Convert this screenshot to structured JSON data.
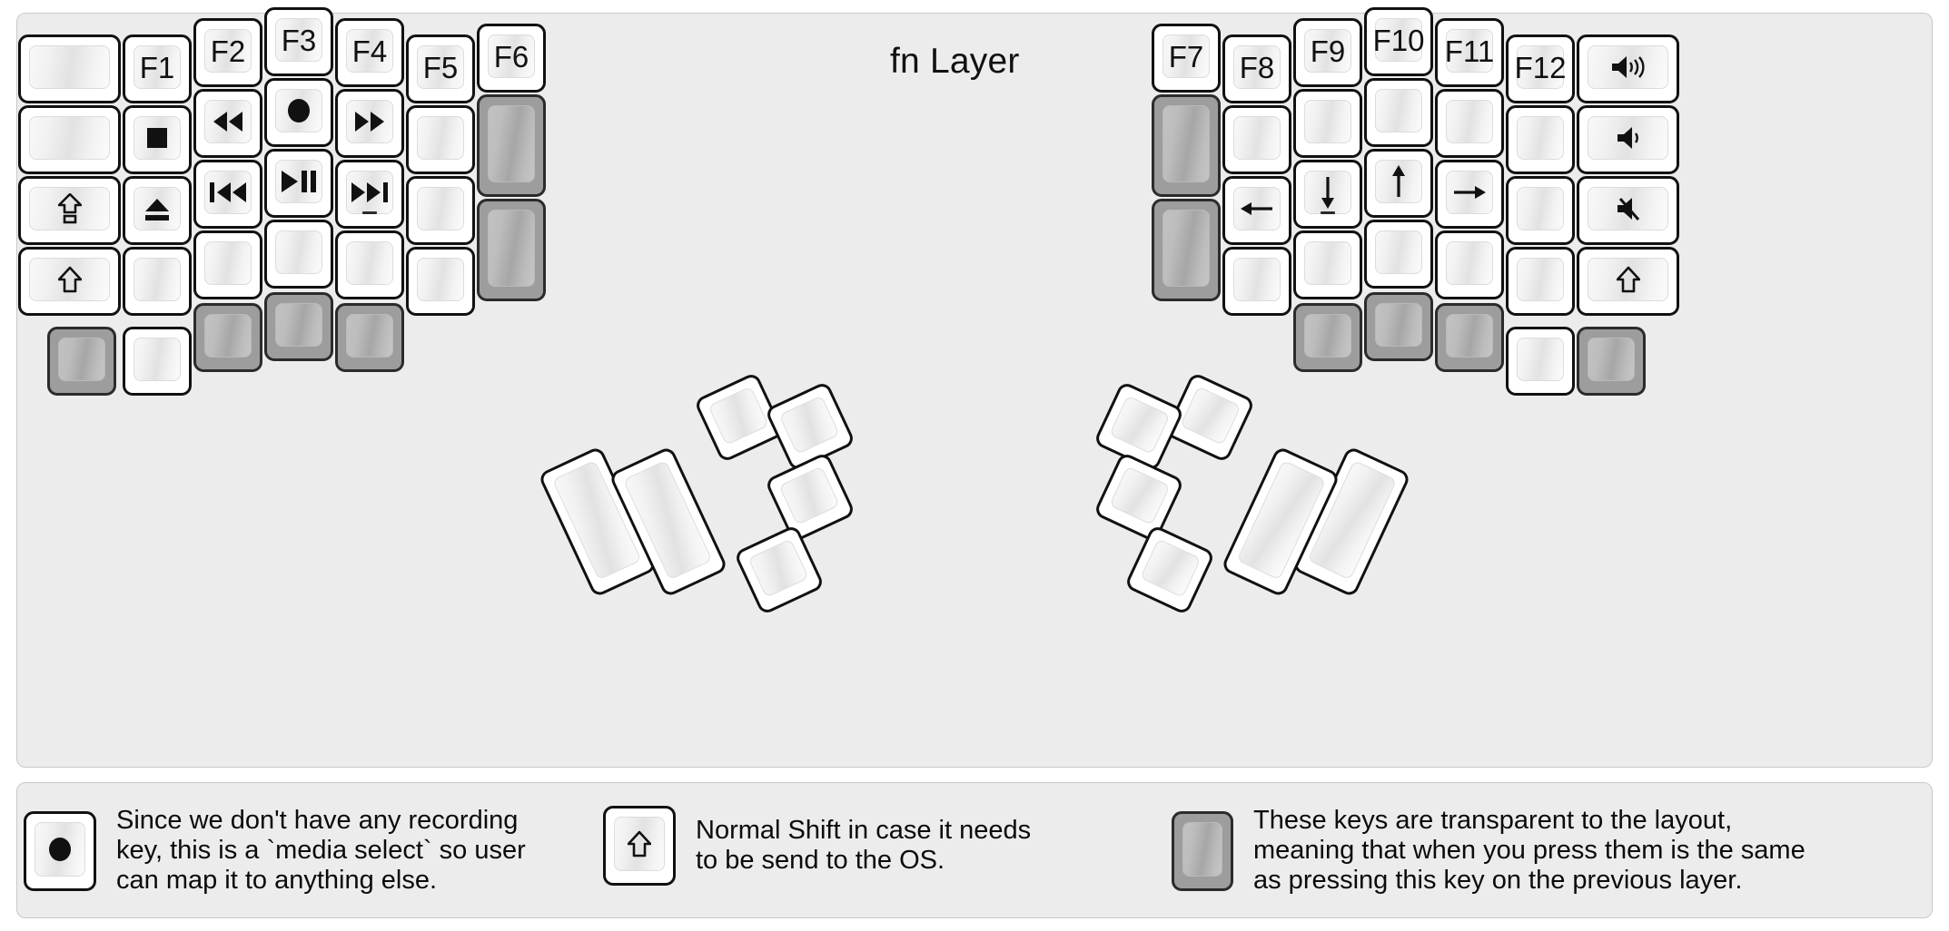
{
  "title": "fn Layer",
  "colors": {
    "background": "#ececec",
    "key_face": "#f2f2f2",
    "key_border": "#111111",
    "transparent_key": "#9d9d9d",
    "text": "#111111"
  },
  "keyboard": {
    "name": "split-ergonomic-keyboard",
    "left_half": {
      "columns": [
        {
          "name": "col-pinky-outer",
          "keys": [
            {
              "label": "",
              "icon": "",
              "type": "blank"
            },
            {
              "label": "",
              "icon": "",
              "type": "blank"
            },
            {
              "label": "",
              "icon": "caps-lock-icon",
              "type": "icon"
            },
            {
              "label": "",
              "icon": "shift-icon",
              "type": "icon"
            },
            {
              "label": "",
              "icon": "",
              "type": "transparent"
            }
          ]
        },
        {
          "name": "col-pinky",
          "keys": [
            {
              "label": "F1",
              "icon": "",
              "type": "text"
            },
            {
              "label": "",
              "icon": "media-stop-icon",
              "type": "icon"
            },
            {
              "label": "",
              "icon": "media-eject-icon",
              "type": "icon"
            },
            {
              "label": "",
              "icon": "",
              "type": "blank"
            },
            {
              "label": "",
              "icon": "",
              "type": "blank"
            }
          ]
        },
        {
          "name": "col-ring",
          "keys": [
            {
              "label": "F2",
              "icon": "",
              "type": "text"
            },
            {
              "label": "",
              "icon": "media-rewind-icon",
              "type": "icon"
            },
            {
              "label": "",
              "icon": "media-previous-icon",
              "type": "icon"
            },
            {
              "label": "",
              "icon": "",
              "type": "blank"
            },
            {
              "label": "",
              "icon": "",
              "type": "transparent"
            }
          ]
        },
        {
          "name": "col-middle",
          "keys": [
            {
              "label": "F3",
              "icon": "",
              "type": "text"
            },
            {
              "label": "",
              "icon": "media-record-icon",
              "type": "icon"
            },
            {
              "label": "",
              "icon": "media-play-pause-icon",
              "type": "icon"
            },
            {
              "label": "",
              "icon": "",
              "type": "blank"
            },
            {
              "label": "",
              "icon": "",
              "type": "transparent"
            }
          ]
        },
        {
          "name": "col-index",
          "keys": [
            {
              "label": "F4",
              "icon": "",
              "type": "text"
            },
            {
              "label": "",
              "icon": "media-fast-forward-icon",
              "type": "icon"
            },
            {
              "label": "",
              "icon": "media-next-icon",
              "type": "icon",
              "homing": true
            },
            {
              "label": "",
              "icon": "",
              "type": "blank"
            },
            {
              "label": "",
              "icon": "",
              "type": "transparent"
            }
          ]
        },
        {
          "name": "col-inner",
          "keys": [
            {
              "label": "F5",
              "icon": "",
              "type": "text"
            },
            {
              "label": "",
              "icon": "",
              "type": "blank"
            },
            {
              "label": "",
              "icon": "",
              "type": "blank"
            },
            {
              "label": "",
              "icon": "",
              "type": "blank"
            }
          ]
        },
        {
          "name": "col-inner-extra",
          "keys": [
            {
              "label": "F6",
              "icon": "",
              "type": "text"
            },
            {
              "label": "",
              "icon": "",
              "type": "transparent"
            },
            {
              "label": "",
              "icon": "",
              "type": "transparent"
            }
          ]
        }
      ],
      "thumb_cluster": {
        "name": "left-thumb-cluster",
        "keys": [
          {
            "label": "",
            "icon": "",
            "type": "blank"
          },
          {
            "label": "",
            "icon": "",
            "type": "blank"
          },
          {
            "label": "",
            "icon": "",
            "type": "blank"
          },
          {
            "label": "",
            "icon": "",
            "type": "blank"
          },
          {
            "label": "",
            "icon": "",
            "type": "blank"
          },
          {
            "label": "",
            "icon": "",
            "type": "blank"
          }
        ]
      }
    },
    "right_half": {
      "columns": [
        {
          "name": "col-inner-extra",
          "keys": [
            {
              "label": "F7",
              "icon": "",
              "type": "text"
            },
            {
              "label": "",
              "icon": "",
              "type": "transparent"
            },
            {
              "label": "",
              "icon": "",
              "type": "transparent"
            }
          ]
        },
        {
          "name": "col-inner",
          "keys": [
            {
              "label": "F8",
              "icon": "",
              "type": "text"
            },
            {
              "label": "",
              "icon": "",
              "type": "blank"
            },
            {
              "label": "",
              "icon": "arrow-left-icon",
              "type": "icon"
            },
            {
              "label": "",
              "icon": "",
              "type": "blank"
            }
          ]
        },
        {
          "name": "col-index",
          "keys": [
            {
              "label": "F9",
              "icon": "",
              "type": "text"
            },
            {
              "label": "",
              "icon": "",
              "type": "blank"
            },
            {
              "label": "",
              "icon": "arrow-down-icon",
              "type": "icon",
              "homing": true
            },
            {
              "label": "",
              "icon": "",
              "type": "blank"
            },
            {
              "label": "",
              "icon": "",
              "type": "transparent"
            }
          ]
        },
        {
          "name": "col-middle",
          "keys": [
            {
              "label": "F10",
              "icon": "",
              "type": "text"
            },
            {
              "label": "",
              "icon": "",
              "type": "blank"
            },
            {
              "label": "",
              "icon": "arrow-up-icon",
              "type": "icon"
            },
            {
              "label": "",
              "icon": "",
              "type": "blank"
            },
            {
              "label": "",
              "icon": "",
              "type": "transparent"
            }
          ]
        },
        {
          "name": "col-ring",
          "keys": [
            {
              "label": "F11",
              "icon": "",
              "type": "text"
            },
            {
              "label": "",
              "icon": "",
              "type": "blank"
            },
            {
              "label": "",
              "icon": "arrow-right-icon",
              "type": "icon"
            },
            {
              "label": "",
              "icon": "",
              "type": "blank"
            },
            {
              "label": "",
              "icon": "",
              "type": "transparent"
            }
          ]
        },
        {
          "name": "col-pinky",
          "keys": [
            {
              "label": "F12",
              "icon": "",
              "type": "text"
            },
            {
              "label": "",
              "icon": "",
              "type": "blank"
            },
            {
              "label": "",
              "icon": "",
              "type": "blank"
            },
            {
              "label": "",
              "icon": "",
              "type": "blank"
            },
            {
              "label": "",
              "icon": "",
              "type": "blank"
            }
          ]
        },
        {
          "name": "col-pinky-outer",
          "keys": [
            {
              "label": "",
              "icon": "volume-up-icon",
              "type": "icon"
            },
            {
              "label": "",
              "icon": "volume-down-icon",
              "type": "icon"
            },
            {
              "label": "",
              "icon": "volume-mute-icon",
              "type": "icon"
            },
            {
              "label": "",
              "icon": "shift-icon",
              "type": "icon"
            },
            {
              "label": "",
              "icon": "",
              "type": "transparent"
            }
          ]
        }
      ],
      "thumb_cluster": {
        "name": "right-thumb-cluster",
        "keys": [
          {
            "label": "",
            "icon": "",
            "type": "blank"
          },
          {
            "label": "",
            "icon": "",
            "type": "blank"
          },
          {
            "label": "",
            "icon": "",
            "type": "blank"
          },
          {
            "label": "",
            "icon": "",
            "type": "blank"
          },
          {
            "label": "",
            "icon": "",
            "type": "blank"
          },
          {
            "label": "",
            "icon": "",
            "type": "blank"
          }
        ]
      }
    }
  },
  "legend": [
    {
      "name": "legend-record-key",
      "icon": "media-record-icon",
      "key_type": "blank",
      "text": "Since we don't have any recording\nkey, this is a `media select` so user\ncan map it to anything else."
    },
    {
      "name": "legend-shift-key",
      "icon": "shift-icon",
      "key_type": "blank",
      "text": "Normal Shift in case it needs\nto be send to the OS."
    },
    {
      "name": "legend-transparent-key",
      "icon": "",
      "key_type": "transparent",
      "text": "These keys are transparent to the layout,\nmeaning that when you press them is the same\nas pressing this key on the previous layer."
    }
  ]
}
